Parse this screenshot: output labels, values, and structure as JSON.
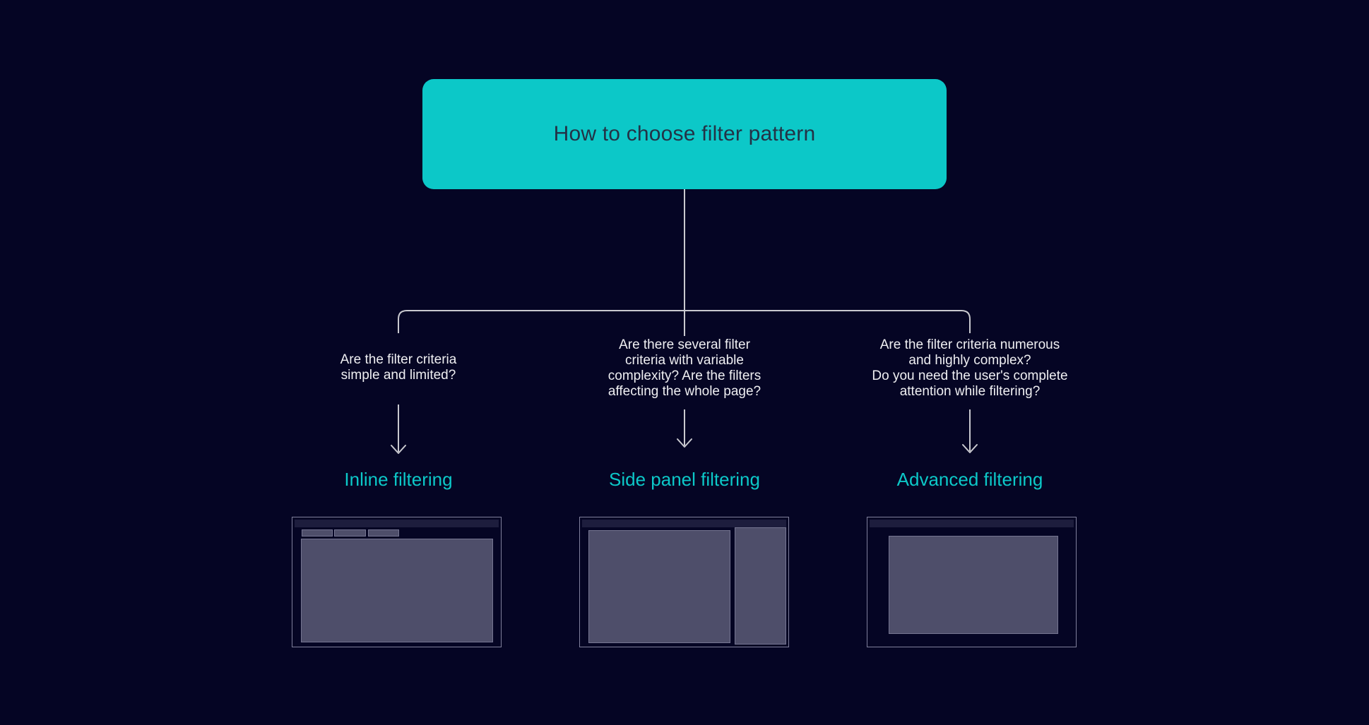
{
  "diagram": {
    "title": "How to choose filter pattern",
    "branches": [
      {
        "question": "Are the filter criteria\nsimple and limited?",
        "label": "Inline filtering",
        "thumbnail": "inline-filtering-wireframe"
      },
      {
        "question": "Are there several filter\ncriteria with variable\ncomplexity? Are the filters\naffecting the whole page?",
        "label": "Side panel filtering",
        "thumbnail": "side-panel-filtering-wireframe"
      },
      {
        "question": "Are the filter criteria numerous\nand highly complex?\nDo you need the user's complete\nattention while filtering?",
        "label": "Advanced filtering",
        "thumbnail": "advanced-filtering-wireframe"
      }
    ],
    "colors": {
      "background": "#050524",
      "accent_teal": "#0cc8c8",
      "title_text": "#233246",
      "question_text": "#efeff2",
      "connector_line": "#c9c9cf",
      "wireframe_border": "#80809c",
      "wireframe_header": "#1d1d3d",
      "wireframe_panel": "#4e4e6a"
    }
  }
}
